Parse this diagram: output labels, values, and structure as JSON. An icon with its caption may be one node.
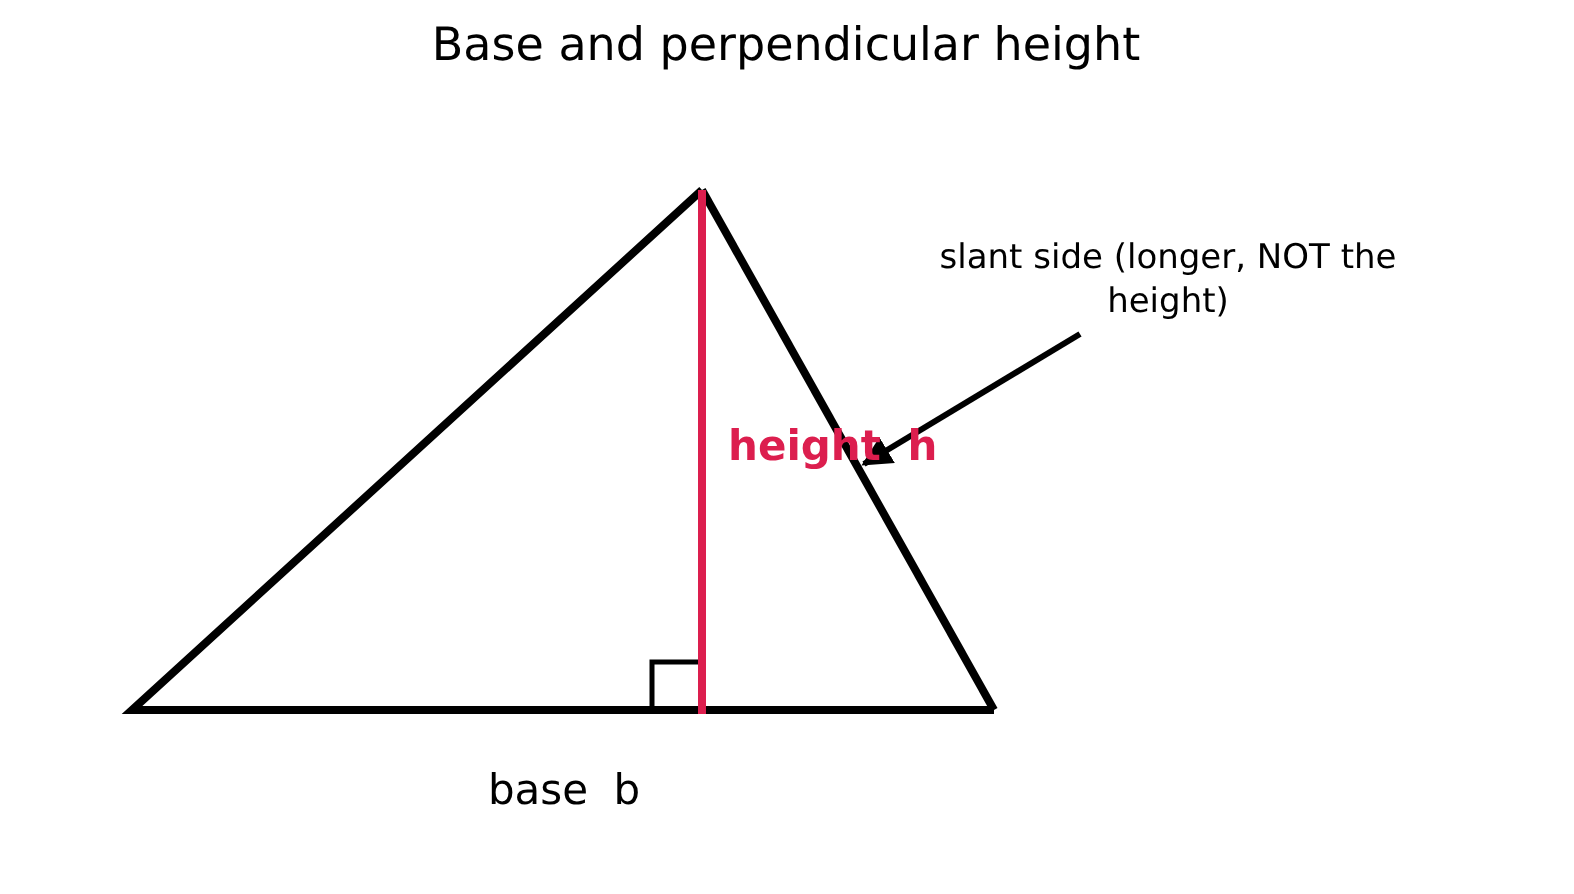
{
  "diagram": {
    "title": "Base and perpendicular height",
    "nodes": [
      {
        "text": [
          "slant side (longer, NOT the height)"
        ]
      },
      {
        "text": [],
        "shape": "line"
      }
    ],
    "edges": [
      {
        "from": 0,
        "to": 1,
        "arrow": "to"
      }
    ],
    "labels": [
      "height h",
      "base b"
    ]
  }
}
